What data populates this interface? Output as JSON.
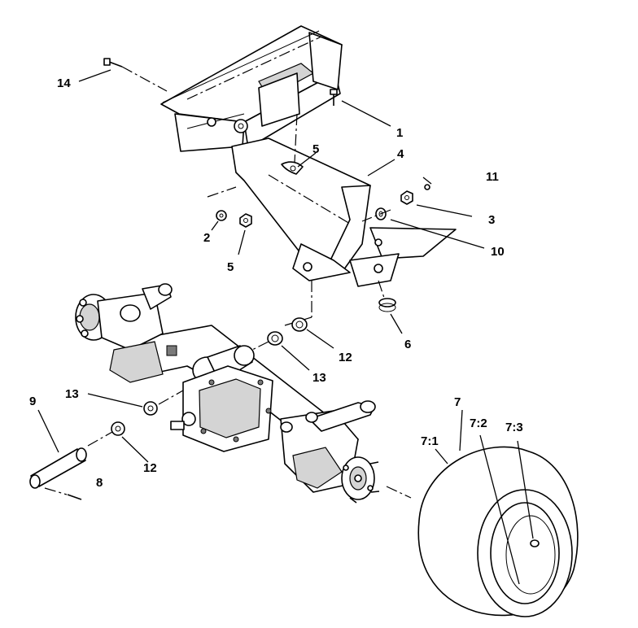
{
  "callouts": {
    "c1": "1",
    "c2": "2",
    "c3": "3",
    "c4": "4",
    "c5a": "5",
    "c5b": "5",
    "c6": "6",
    "c7": "7",
    "c7_1": "7:1",
    "c7_2": "7:2",
    "c7_3": "7:3",
    "c8": "8",
    "c9": "9",
    "c10": "10",
    "c11": "11",
    "c12a": "12",
    "c12b": "12",
    "c13a": "13",
    "c13b": "13",
    "c14": "14"
  }
}
